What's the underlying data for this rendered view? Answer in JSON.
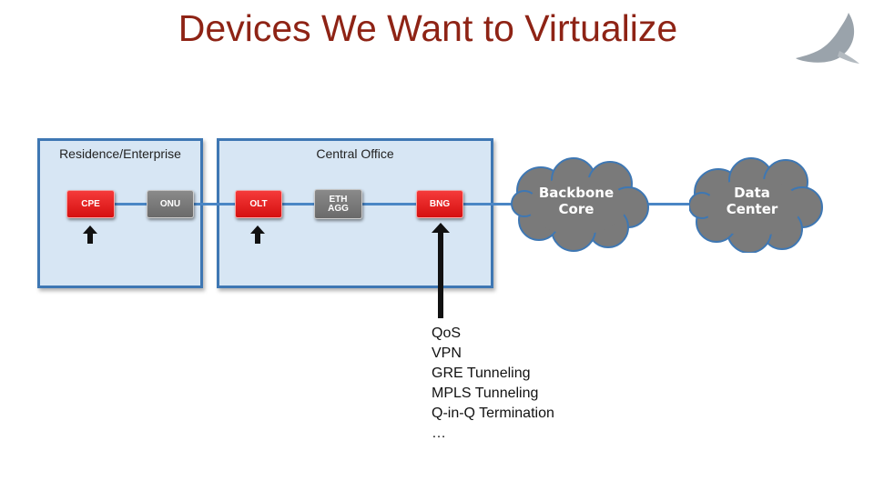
{
  "title": "Devices We Want to Virtualize",
  "logo_icon": "bird-logo-icon",
  "zones": {
    "residence": "Residence/Enterprise",
    "central_office": "Central Office"
  },
  "devices": {
    "cpe": "CPE",
    "onu": "ONU",
    "olt": "OLT",
    "eth_agg_line1": "ETH",
    "eth_agg_line2": "AGG",
    "bng": "BNG"
  },
  "clouds": {
    "backbone_line1": "Backbone",
    "backbone_line2": "Core",
    "datacenter_line1": "Data",
    "datacenter_line2": "Center"
  },
  "features": [
    "QoS",
    "VPN",
    "GRE Tunneling",
    "MPLS Tunneling",
    "Q-in-Q Termination",
    "…"
  ],
  "colors": {
    "title": "#8e2315",
    "virtualize_device": "#e01a1a",
    "other_device": "#7a7a7a",
    "zone_fill": "#d7e6f4",
    "zone_border": "#3e77b3",
    "cloud": "#7a7a7a"
  }
}
